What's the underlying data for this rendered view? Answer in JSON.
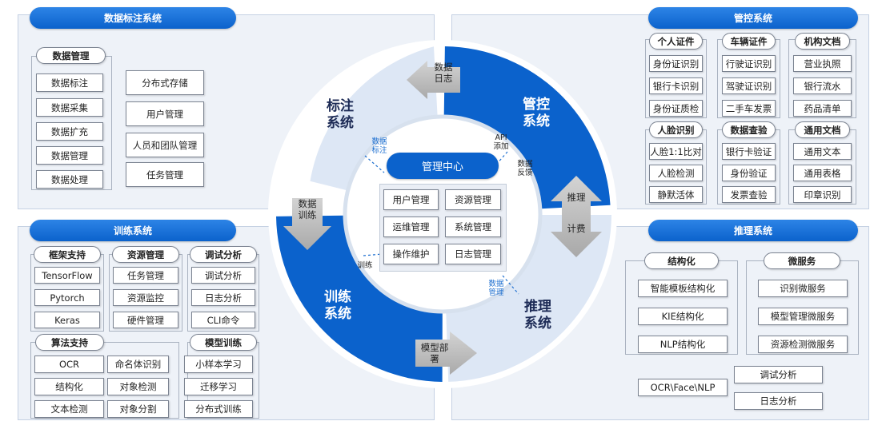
{
  "labeling": {
    "title": "数据标注系统",
    "data_mgmt": {
      "title": "数据管理",
      "items": [
        "数据标注",
        "数据采集",
        "数据扩充",
        "数据管理",
        "数据处理"
      ]
    },
    "side_items": [
      "分布式存储",
      "用户管理",
      "人员和团队管理",
      "任务管理"
    ]
  },
  "control": {
    "title": "管控系统",
    "groups": [
      {
        "title": "个人证件",
        "items": [
          "身份证识别",
          "银行卡识别",
          "身份证质检"
        ]
      },
      {
        "title": "车辆证件",
        "items": [
          "行驶证识别",
          "驾驶证识别",
          "二手车发票"
        ]
      },
      {
        "title": "机构文档",
        "items": [
          "营业执照",
          "银行流水",
          "药品清单"
        ]
      },
      {
        "title": "人脸识别",
        "items": [
          "人脸1:1比对",
          "人脸检测",
          "静默活体"
        ]
      },
      {
        "title": "数据查验",
        "items": [
          "银行卡验证",
          "身份验证",
          "发票查验"
        ]
      },
      {
        "title": "通用文档",
        "items": [
          "通用文本",
          "通用表格",
          "印章识别"
        ]
      }
    ]
  },
  "training": {
    "title": "训练系统",
    "frameworks": {
      "title": "框架支持",
      "items": [
        "TensorFlow",
        "Pytorch",
        "Keras"
      ]
    },
    "resources": {
      "title": "资源管理",
      "items": [
        "任务管理",
        "资源监控",
        "硬件管理"
      ]
    },
    "debug": {
      "title": "调试分析",
      "items": [
        "调试分析",
        "日志分析",
        "CLI命令"
      ]
    },
    "algorithms": {
      "title": "算法支持",
      "col1": [
        "OCR",
        "结构化",
        "文本检测"
      ],
      "col2": [
        "命名体识别",
        "对象检测",
        "对象分割"
      ]
    },
    "model_training": {
      "title": "模型训练",
      "items": [
        "小样本学习",
        "迁移学习",
        "分布式训练"
      ]
    }
  },
  "inference": {
    "title": "推理系统",
    "structuring": {
      "title": "结构化",
      "items": [
        "智能模板结构化",
        "KIE结构化",
        "NLP结构化"
      ]
    },
    "microservice": {
      "title": "微服务",
      "items": [
        "识别微服务",
        "模型管理微服务",
        "资源检测微服务"
      ]
    },
    "ocr_face_nlp": "OCR\\Face\\NLP",
    "extra": [
      "调试分析",
      "日志分析"
    ]
  },
  "ring": {
    "seg_labeling": "标注\n系统",
    "seg_control": "管控\n系统",
    "seg_training": "训练\n系统",
    "seg_inference": "推理\n系统",
    "arrow_log": "数据\n日志",
    "arrow_train": "数据\n训练",
    "arrow_infer": "推理",
    "arrow_billing": "计费",
    "arrow_deploy": "模型部\n署"
  },
  "center": {
    "title": "管理中心",
    "items": [
      "用户管理",
      "资源管理",
      "运维管理",
      "系统管理",
      "操作维护",
      "日志管理"
    ],
    "lbl_data_label": "数据\n标注",
    "lbl_api_add": "API\n添加",
    "lbl_data_feedback": "数据\n反馈",
    "lbl_train": "训练",
    "lbl_data_mgmt": "数据\n管理"
  },
  "colors": {
    "primary": "#0b62cc",
    "ring_light": "#dde7f5",
    "panel_bg": "#eef2f8"
  }
}
